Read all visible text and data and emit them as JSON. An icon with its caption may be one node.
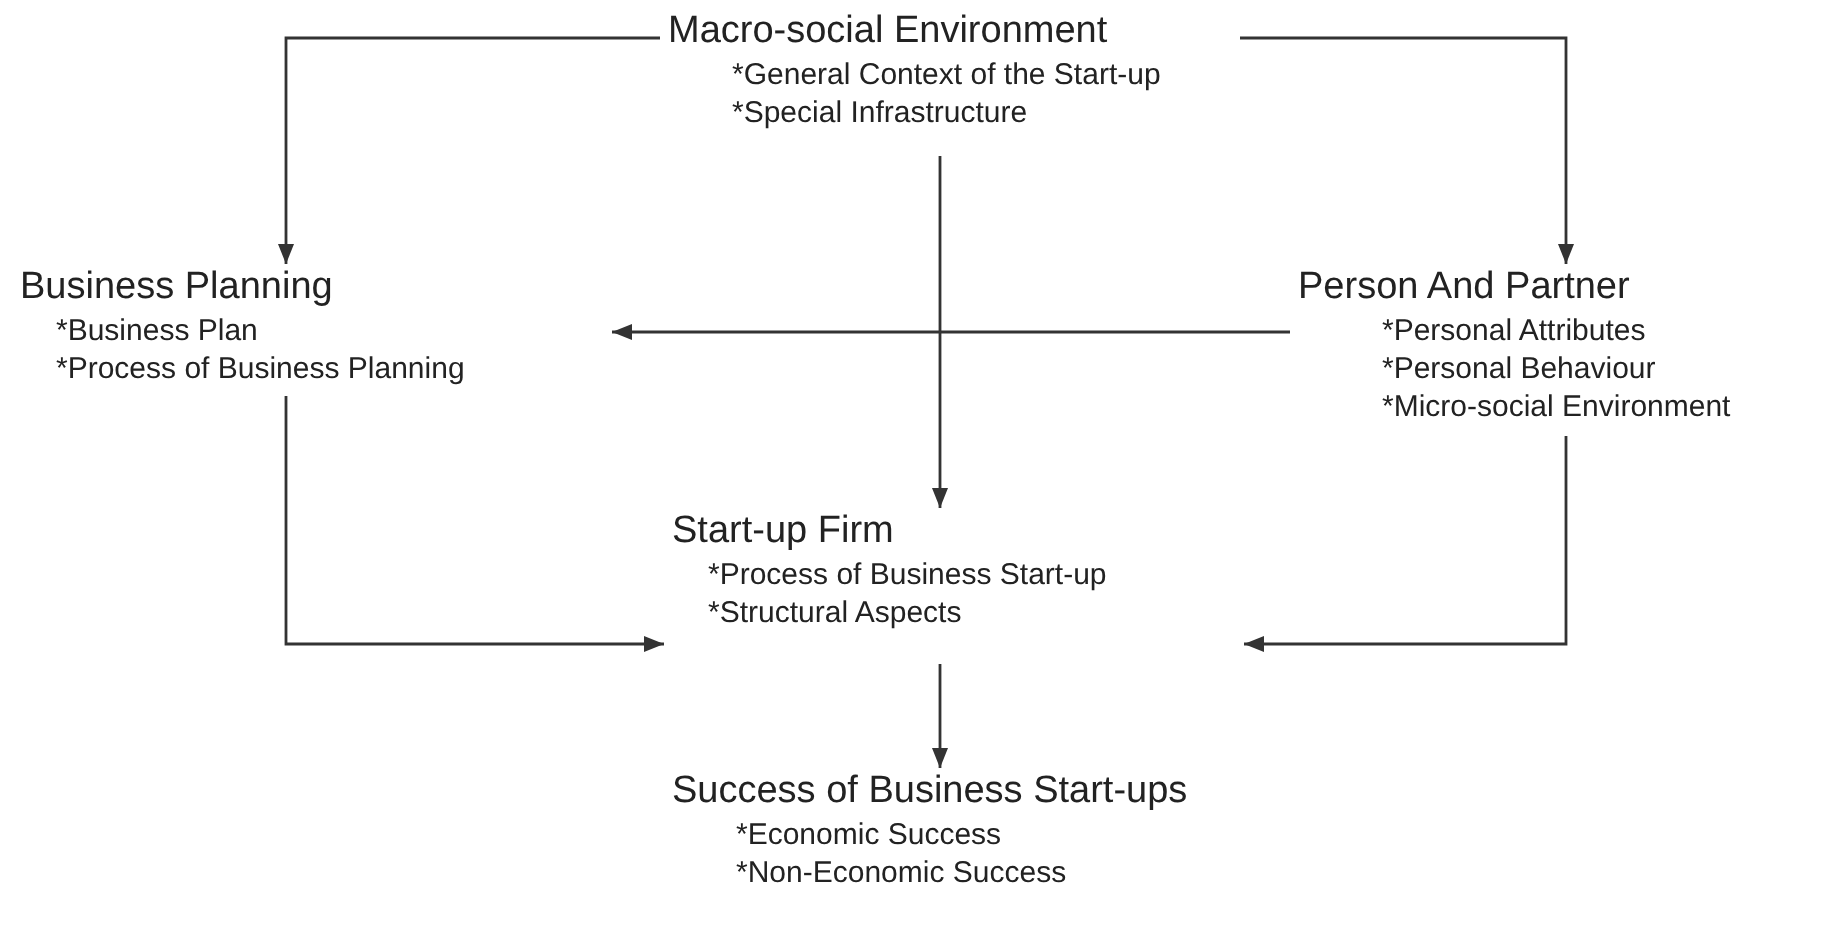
{
  "diagram": {
    "nodes": [
      {
        "text": [
          "Macro-social Environment",
          "*General Context of the Start-up",
          "*Special Infrastructure"
        ]
      },
      {
        "text": [
          "Business Planning",
          "*Business Plan",
          "*Process of Business Planning"
        ]
      },
      {
        "text": [
          "Person And Partner",
          "*Personal Attributes",
          "*Personal Behaviour",
          "*Micro-social Environment"
        ]
      },
      {
        "text": [
          "Start-up Firm",
          "*Process of Business Start-up",
          "*Structural Aspects"
        ]
      },
      {
        "text": [
          "Success of Business Start-ups",
          "*Economic Success",
          "*Non-Economic Success"
        ]
      }
    ],
    "edges": [
      {
        "from": 0,
        "to": 1,
        "arrow": "to"
      },
      {
        "from": 0,
        "to": 2,
        "arrow": "to"
      },
      {
        "from": 0,
        "to": 3,
        "arrow": "to"
      },
      {
        "from": 2,
        "to": 1,
        "arrow": "to"
      },
      {
        "from": 1,
        "to": 3,
        "arrow": "to"
      },
      {
        "from": 2,
        "to": 3,
        "arrow": "to"
      },
      {
        "from": 3,
        "to": 4,
        "arrow": "to"
      }
    ]
  }
}
